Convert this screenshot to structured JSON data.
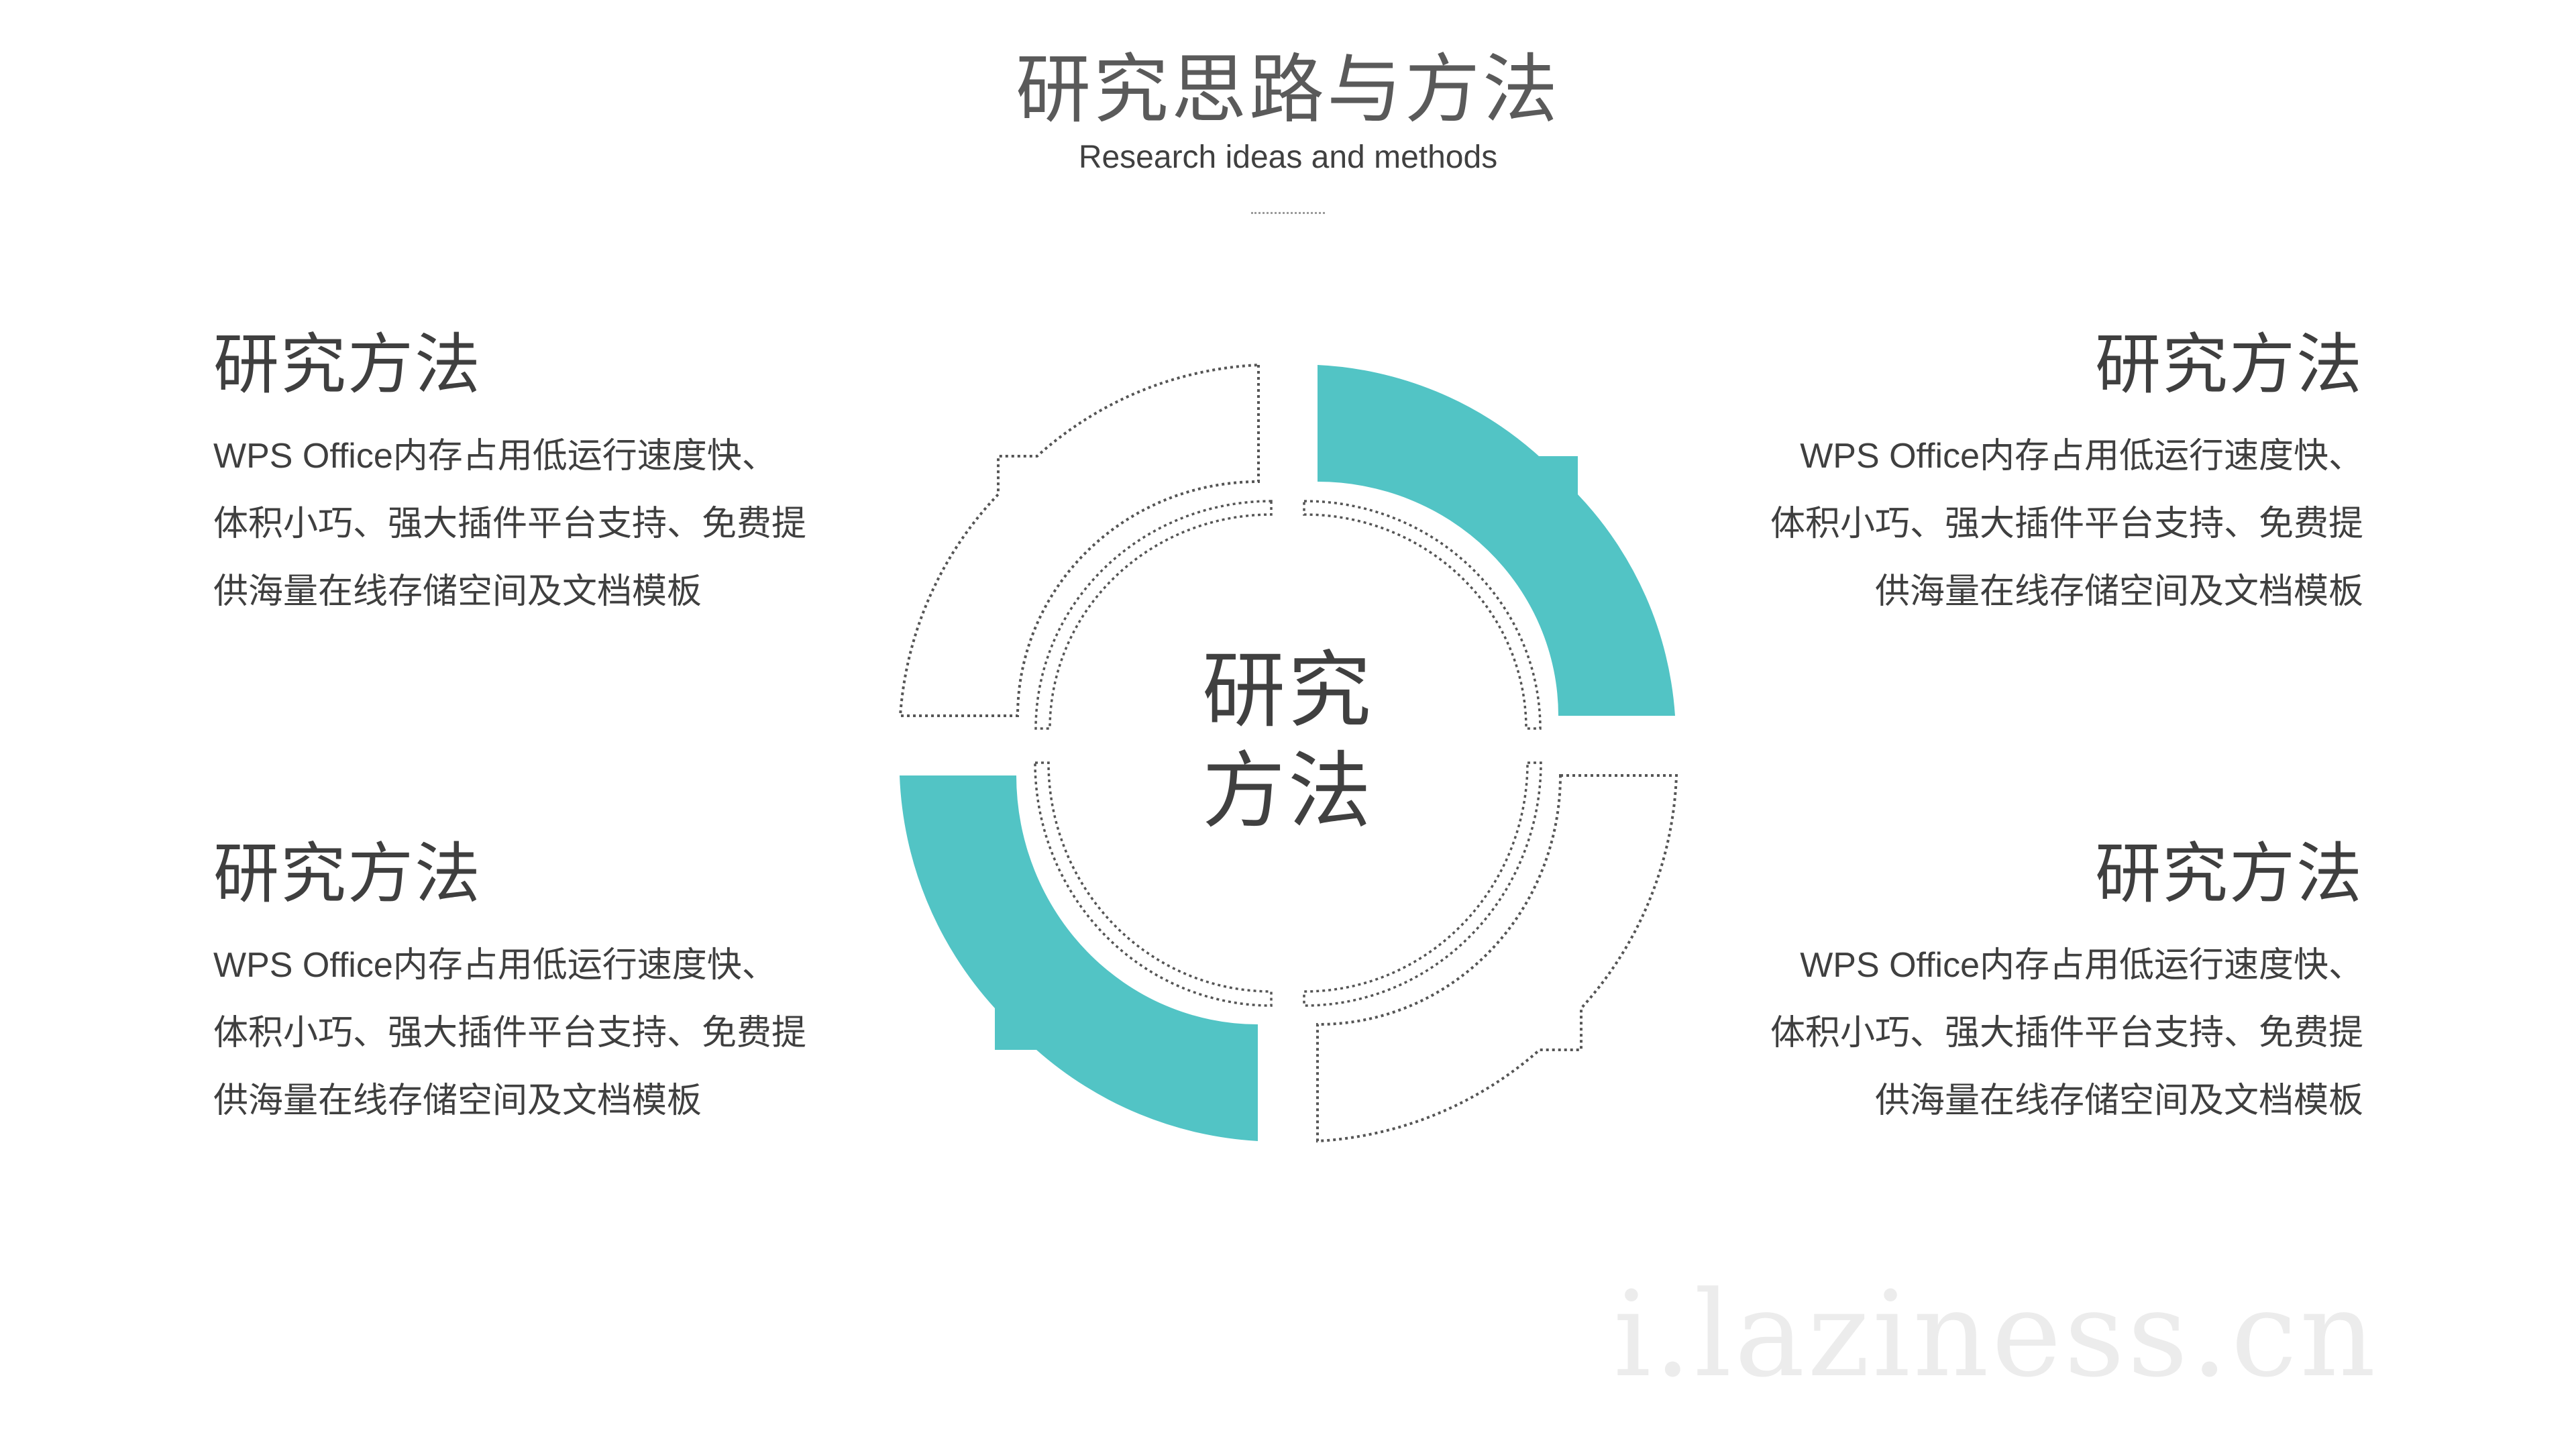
{
  "header": {
    "title": "研究思路与方法",
    "subtitle": "Research ideas and methods"
  },
  "center": {
    "line1": "研究",
    "line2": "方法"
  },
  "blocks": [
    {
      "position": "top-left",
      "heading": "研究方法",
      "lines": [
        "WPS Office内存占用低运行速度快、",
        "体积小巧、强大插件平台支持、免费提",
        "供海量在线存储空间及文档模板"
      ]
    },
    {
      "position": "top-right",
      "heading": "研究方法",
      "lines": [
        "WPS Office内存占用低运行速度快、",
        "体积小巧、强大插件平台支持、免费提",
        "供海量在线存储空间及文档模板"
      ]
    },
    {
      "position": "bottom-left",
      "heading": "研究方法",
      "lines": [
        "WPS Office内存占用低运行速度快、",
        "体积小巧、强大插件平台支持、免费提",
        "供海量在线存储空间及文档模板"
      ]
    },
    {
      "position": "bottom-right",
      "heading": "研究方法",
      "lines": [
        "WPS Office内存占用低运行速度快、",
        "体积小巧、强大插件平台支持、免费提",
        "供海量在线存储空间及文档模板"
      ]
    }
  ],
  "diagram": {
    "segments": [
      {
        "quadrant": "top-left",
        "style": "dotted-outline"
      },
      {
        "quadrant": "top-right",
        "style": "filled"
      },
      {
        "quadrant": "bottom-left",
        "style": "filled"
      },
      {
        "quadrant": "bottom-right",
        "style": "dotted-outline"
      }
    ],
    "colors": {
      "accent": "#52C4C5",
      "outline": "#555555",
      "text": "#3F3F3F",
      "title": "#5A5A5A"
    }
  },
  "watermark": "i.laziness.cn"
}
